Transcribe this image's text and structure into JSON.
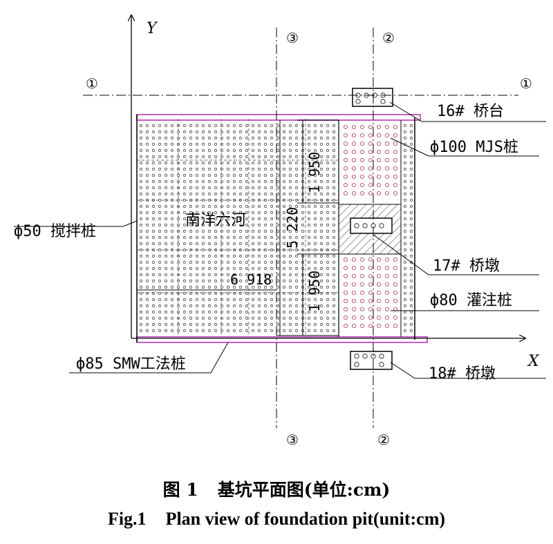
{
  "axes": {
    "y_label": "Y",
    "x_label": "X"
  },
  "grid_ids": {
    "one": "①",
    "two": "②",
    "three": "③"
  },
  "labels": {
    "abutment_16": "16# 桥台",
    "mjs_pile": "ф100 MJS桩",
    "mixing_pile": "ф50 搅拌桩",
    "pier_17": "17# 桥墩",
    "bored_pile": "ф80 灌注桩",
    "smw_pile": "ф85 SMW工法桩",
    "pier_18": "18# 桥墩"
  },
  "pit_name": "南洋六河",
  "dimensions": {
    "length": "6 918",
    "height": "5 220",
    "upper_section": "1 950",
    "lower_section": "1 950"
  },
  "caption": {
    "cn_number": "图 1",
    "cn_text": "基坑平面图(单位:cm)",
    "en_number": "Fig.1",
    "en_text": "Plan view of foundation pit(unit:cm)"
  },
  "colors": {
    "smw_wall": "#c060c0",
    "mjs_pile": "#c03050",
    "line": "#000000"
  }
}
